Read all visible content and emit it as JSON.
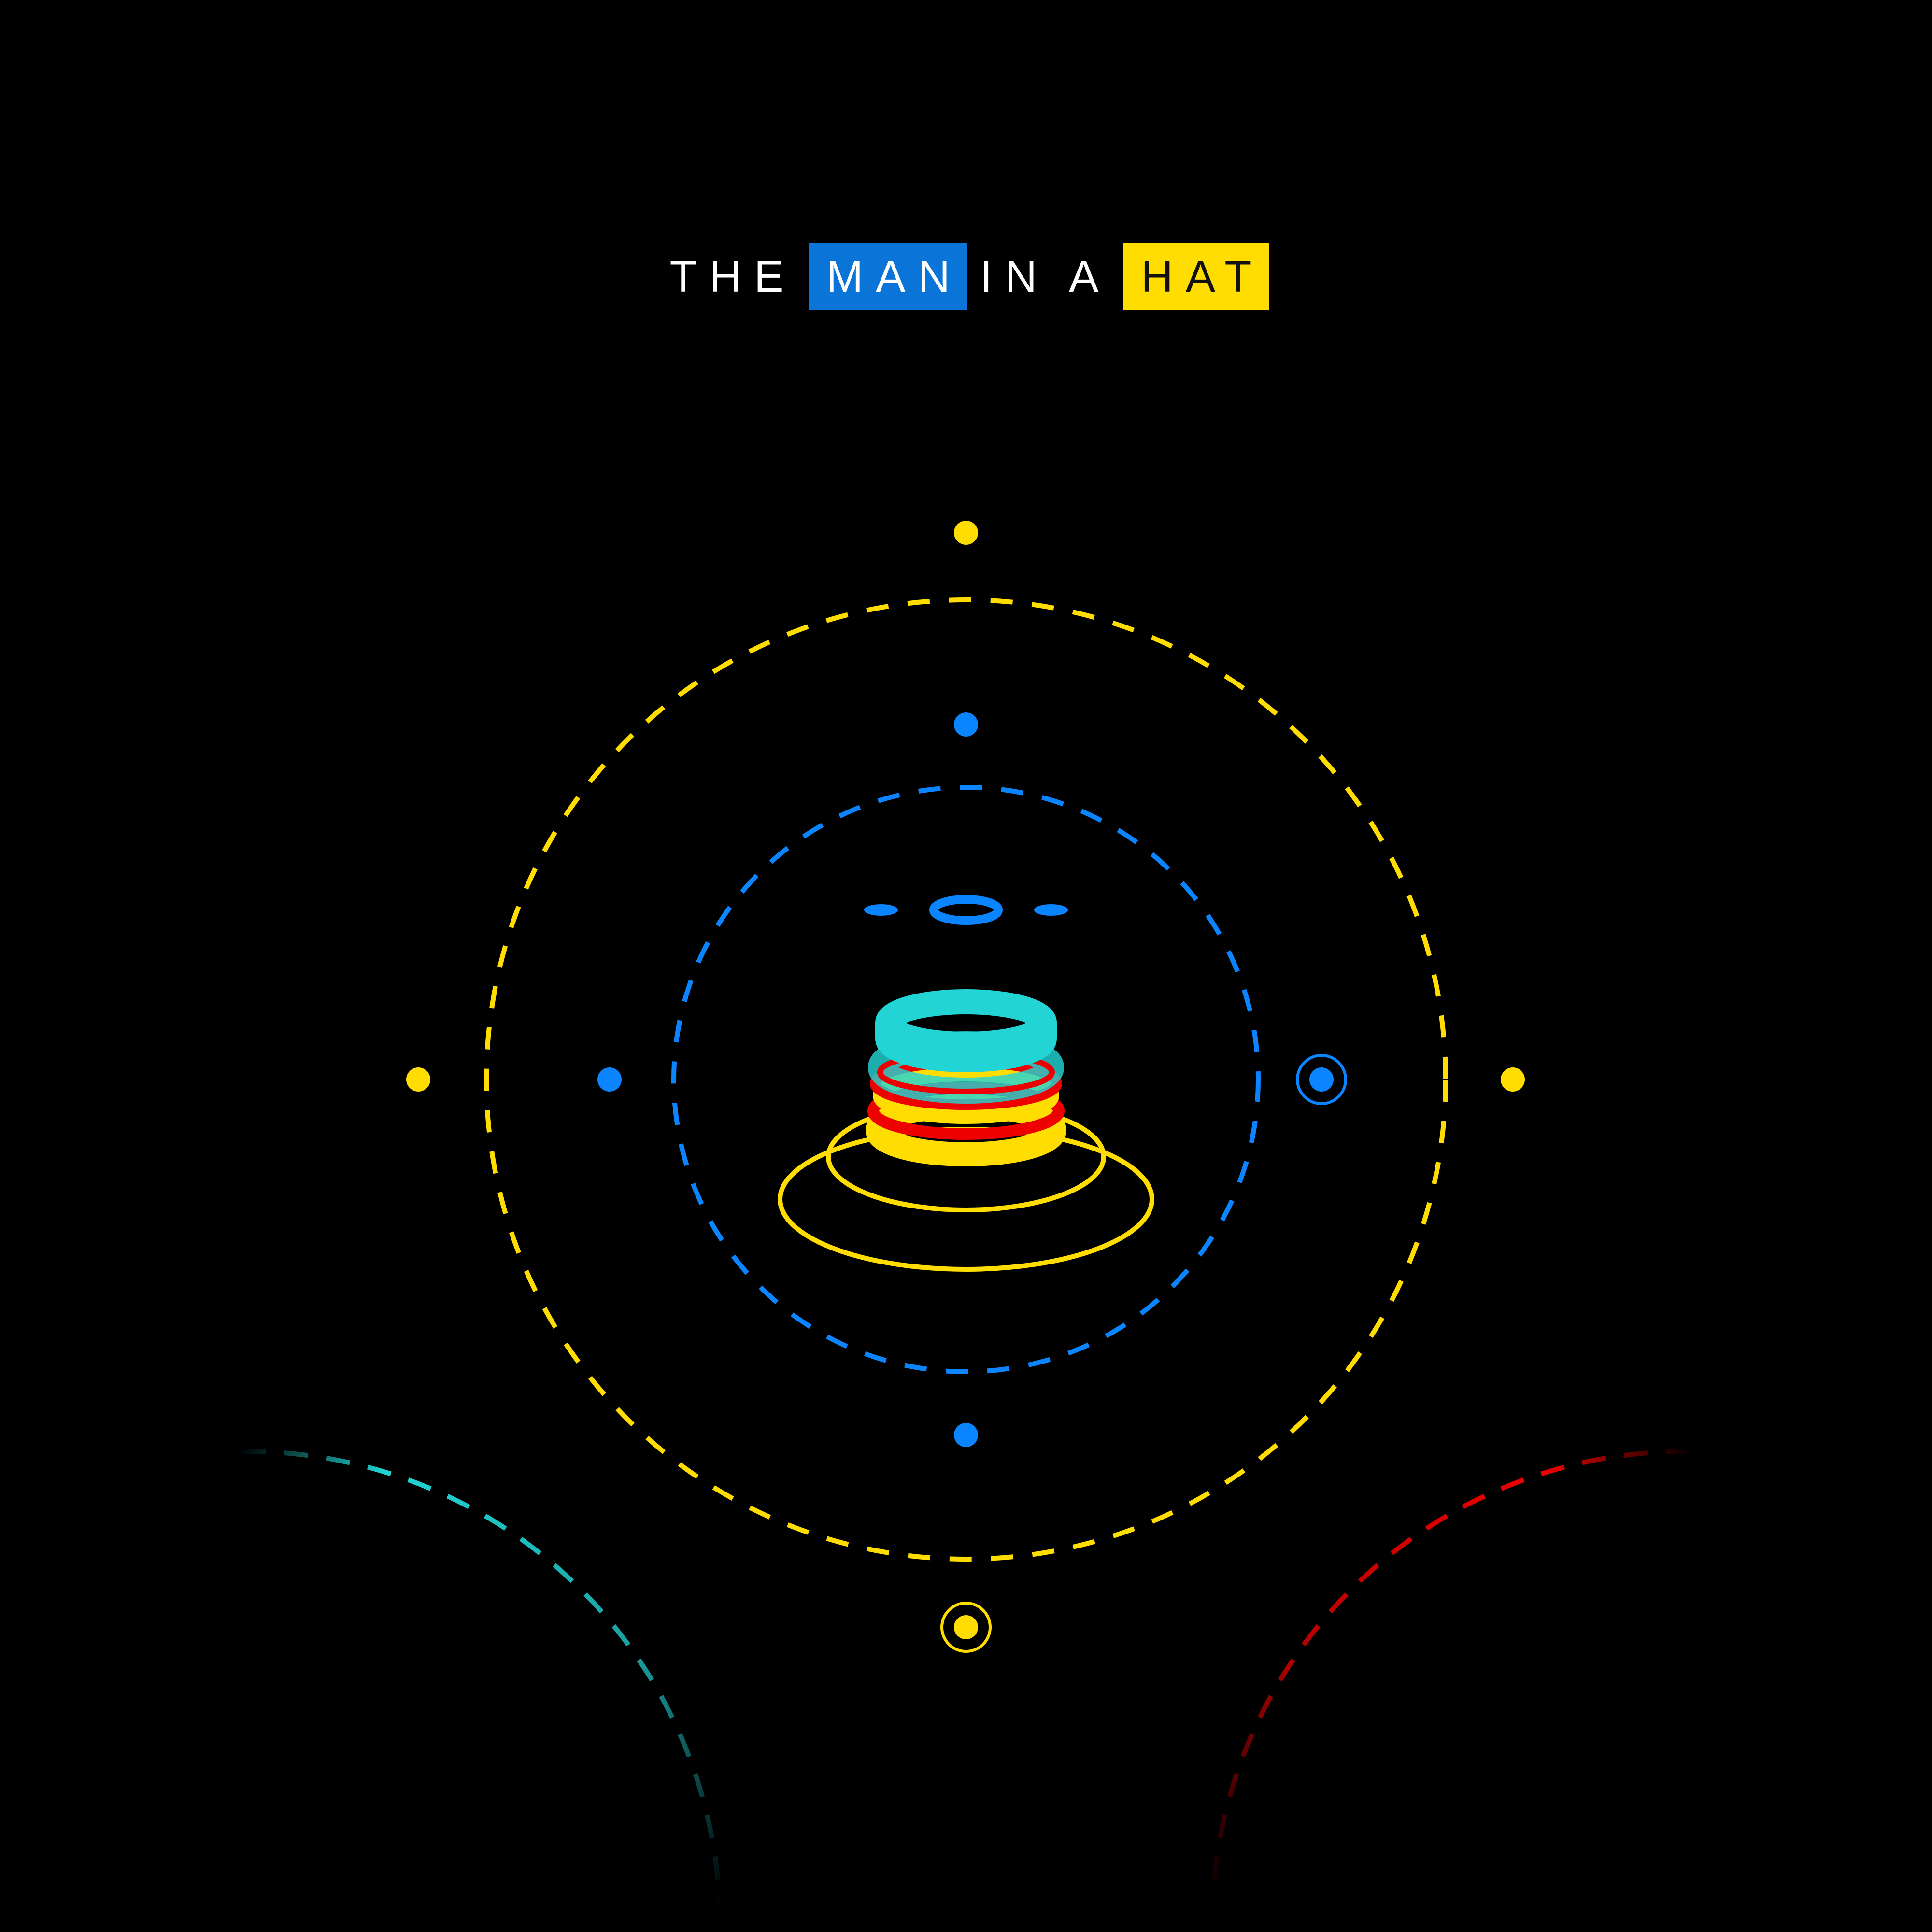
{
  "title": {
    "words": [
      "THE",
      "MAN",
      "IN",
      "A",
      "HAT"
    ]
  },
  "colors": {
    "background": "#000000",
    "yellow": "#ffdd00",
    "blue": "#0a84ff",
    "blue_box": "#0a74d8",
    "cyan": "#22d4d4",
    "red": "#ee0000",
    "text": "#ffffff",
    "text_dark": "#111111"
  }
}
